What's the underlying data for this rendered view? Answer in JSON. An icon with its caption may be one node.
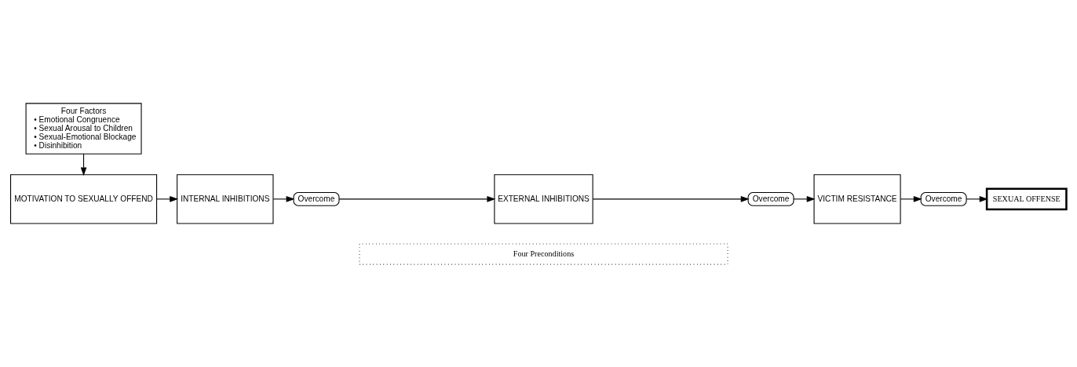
{
  "diagram": {
    "nodes": [
      {
        "text": [
          "Four Factors",
          "• Emotional Congruence",
          "• Sexual Arousal to Children",
          "• Sexual-Emotional Blockage",
          "• Disinhibition"
        ]
      },
      {
        "text": [
          "Four Preconditions"
        ]
      },
      {
        "text": [
          "MOTIVATION TO SEXUALLY OFFEND"
        ]
      },
      {
        "text": [
          "INTERNAL INHIBITIONS"
        ]
      },
      {
        "text": [
          "Overcome"
        ]
      },
      {
        "text": [
          "EXTERNAL INHIBITIONS"
        ]
      },
      {
        "text": [
          "Overcome"
        ]
      },
      {
        "text": [
          "VICTIM RESISTANCE"
        ]
      },
      {
        "text": [
          "Overcome"
        ]
      },
      {
        "text": [
          "SEXUAL OFFENSE"
        ]
      }
    ],
    "edges": [
      {
        "from": 0,
        "to": 2,
        "arrow": "to"
      },
      {
        "from": 2,
        "to": 3,
        "arrow": "to"
      },
      {
        "from": 3,
        "to": 4,
        "arrow": "to"
      },
      {
        "from": 4,
        "to": 5,
        "arrow": "to"
      },
      {
        "from": 5,
        "to": 6,
        "arrow": "to"
      },
      {
        "from": 6,
        "to": 7,
        "arrow": "to"
      },
      {
        "from": 7,
        "to": 8,
        "arrow": "to"
      },
      {
        "from": 8,
        "to": 9,
        "arrow": "to"
      }
    ]
  }
}
